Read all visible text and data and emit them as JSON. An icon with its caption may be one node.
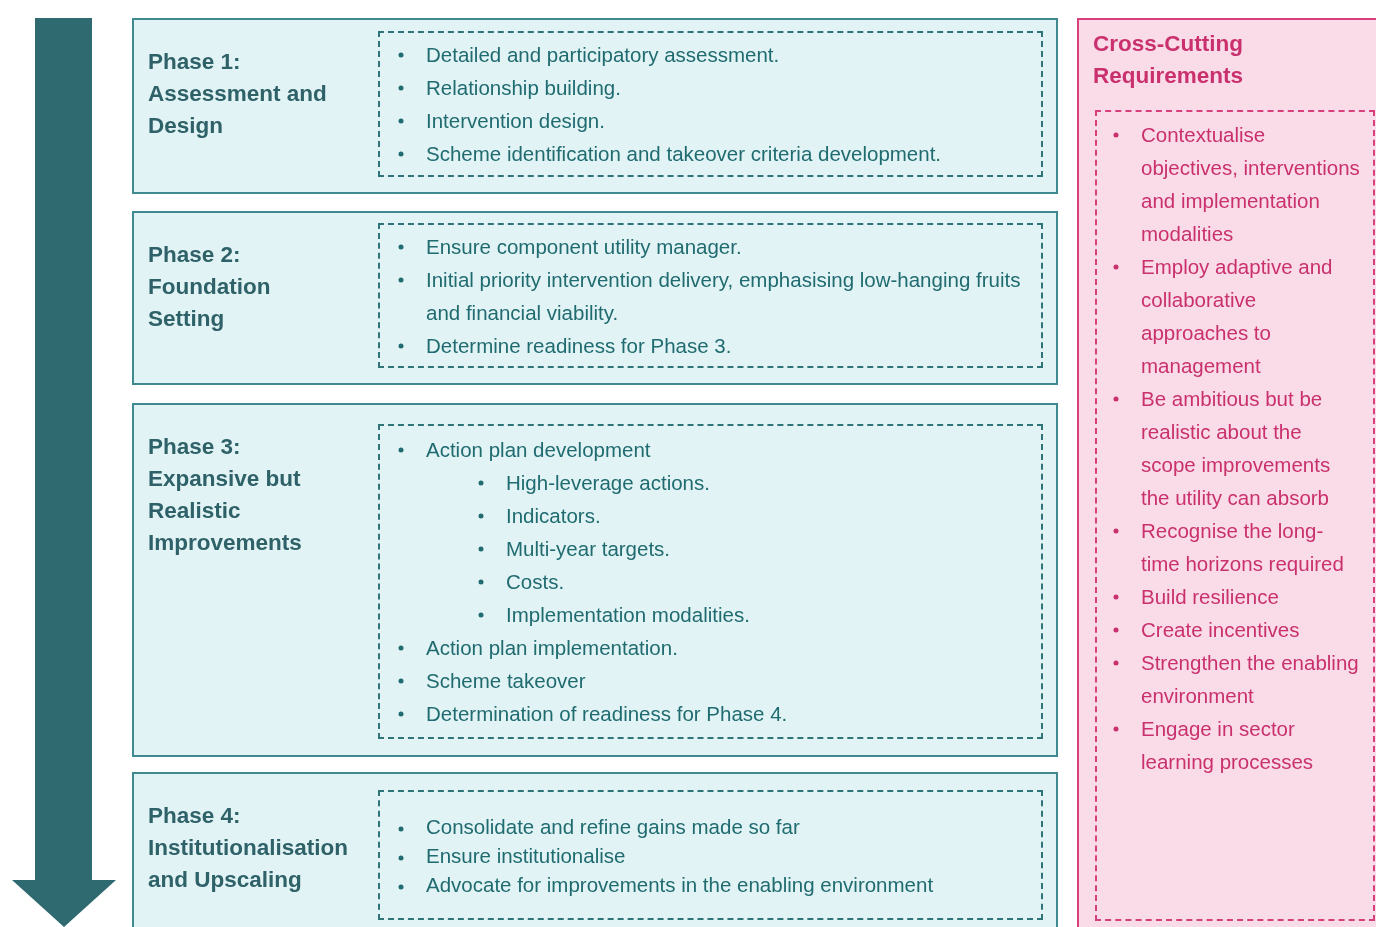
{
  "diagram": {
    "nodes": [
      {
        "text": [
          "Phase 1: Assessment and Design"
        ]
      },
      {
        "text": [
          "Detailed and participatory assessment.",
          "Relationship building.",
          "Intervention design.",
          "Scheme identification and takeover criteria development."
        ],
        "in": 0
      },
      {
        "text": [
          "Phase 2: Foundation Setting"
        ]
      },
      {
        "text": [
          "Ensure component utility manager.",
          "Initial priority intervention delivery, emphasising low-hanging fruits and financial viability.",
          "Determine readiness for Phase 3."
        ],
        "in": 2
      },
      {
        "text": [
          "Phase 3: Expansive but Realistic Improvements"
        ]
      },
      {
        "text": [
          "Action plan development",
          "High-leverage actions.",
          "Indicators.",
          "Multi-year targets.",
          "Costs.",
          "Implementation modalities.",
          "Action plan implementation.",
          "Scheme takeover",
          "Determination of readiness for Phase 4."
        ],
        "in": 4
      },
      {
        "text": [
          "Phase 4: Institutionalisation and Upscaling"
        ]
      },
      {
        "text": [
          "Consolidate and refine gains made so far",
          "Ensure institutionalise",
          "Advocate for improvements in the enabling environment"
        ],
        "in": 6
      },
      {
        "text": [
          "Cross-Cutting Requirements"
        ]
      },
      {
        "text": [
          "Contextualise objectives, interventions and implementation modalities",
          "Employ adaptive and collaborative approaches to management",
          "Be ambitious but be realistic about the scope improvements the utility can absorb",
          "Recognise the long-time horizons required",
          "Build resilience",
          "Create incentives",
          "Strengthen the enabling environment",
          "Engage in sector learning processes"
        ],
        "in": 8
      }
    ],
    "edges": []
  }
}
